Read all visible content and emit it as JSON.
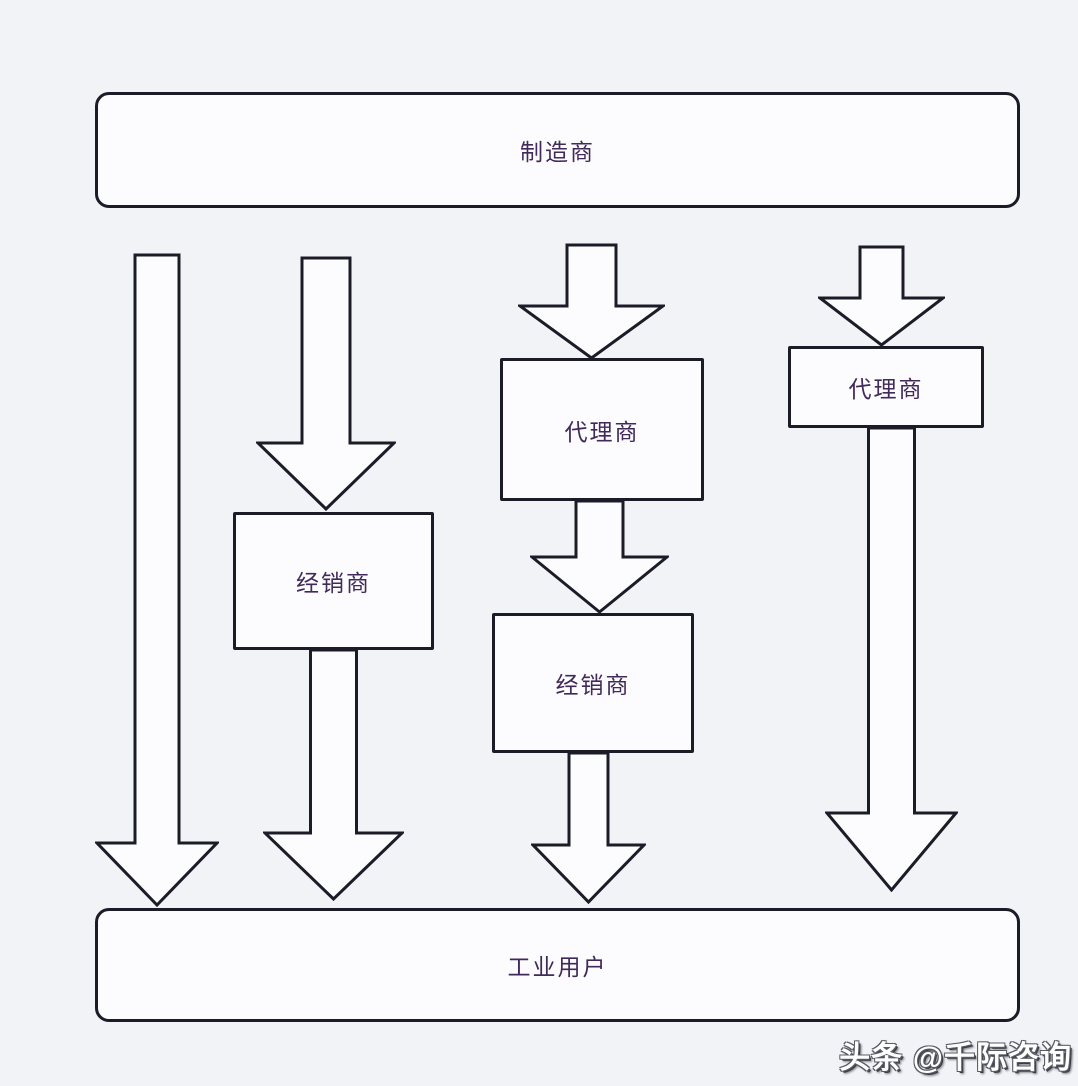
{
  "diagram": {
    "top_node": {
      "id": "manufacturer",
      "label": "制造商"
    },
    "bottom_node": {
      "id": "industrial-users",
      "label": "工业用户"
    },
    "middle_nodes": [
      {
        "id": "ch2-distributor",
        "label": "经销商"
      },
      {
        "id": "ch3-agent",
        "label": "代理商"
      },
      {
        "id": "ch3-distributor",
        "label": "经销商"
      },
      {
        "id": "ch4-agent",
        "label": "代理商"
      }
    ],
    "channels": [
      {
        "path": [
          "制造商",
          "工业用户"
        ]
      },
      {
        "path": [
          "制造商",
          "经销商",
          "工业用户"
        ]
      },
      {
        "path": [
          "制造商",
          "代理商",
          "经销商",
          "工业用户"
        ]
      },
      {
        "path": [
          "制造商",
          "代理商",
          "工业用户"
        ]
      }
    ]
  },
  "watermark": {
    "text": "头条 @千际咨询"
  },
  "colors": {
    "background": "#f2f3f7",
    "box_fill": "#fcfcfe",
    "line": "#1c1c28",
    "text": "#41295a",
    "watermark_fill": "#ffffff",
    "watermark_shadow": "#3c3c46"
  }
}
